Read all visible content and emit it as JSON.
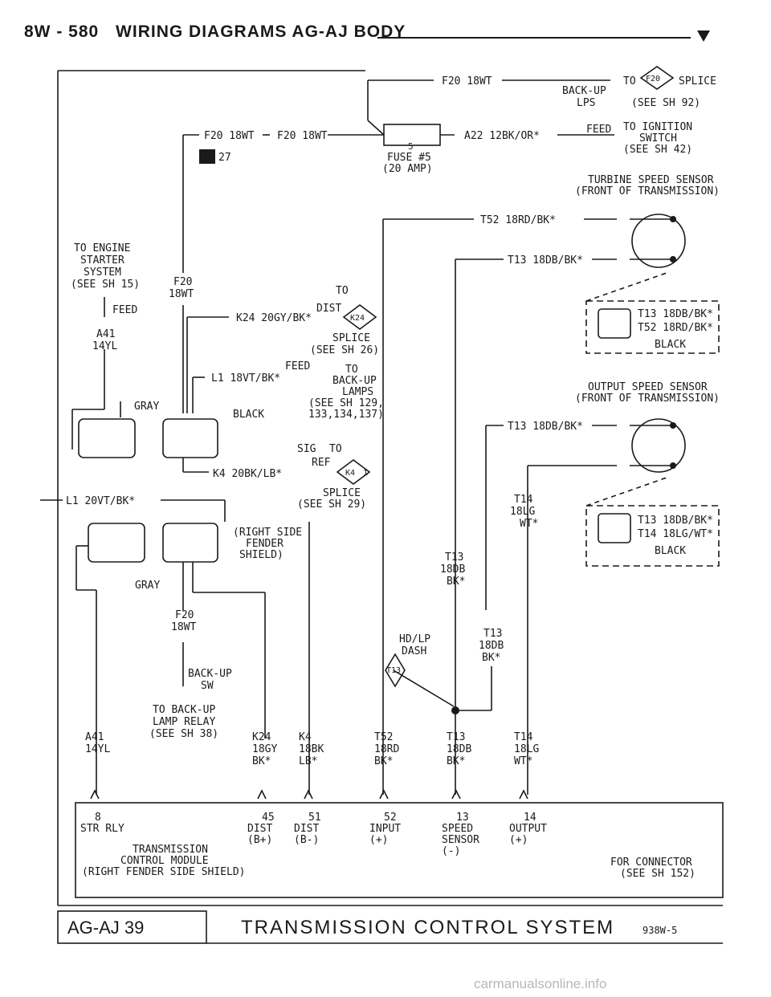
{
  "header": {
    "page": "8W - 580",
    "title": "WIRING DIAGRAMS AG-AJ BODY"
  },
  "footer": {
    "model": "AG-AJ 39",
    "section": "TRANSMISSION CONTROL SYSTEM",
    "code": "938W-5"
  },
  "watermark": "carmanualsonline.info",
  "labels": {
    "f20_top": "F20 18WT",
    "backup_lps": "BACK-UP",
    "lps": "LPS",
    "to_f20_splice": "TO",
    "f20_badge": "F20",
    "splice1": "SPLICE",
    "see_sh92": "(SEE SH 92)",
    "f20_left": "F20 18WT",
    "f20_mid": "F20 18WT",
    "fuse_num": "5",
    "fuse_label": "FUSE #5",
    "fuse_amp": "(20 AMP)",
    "connector_27": "27",
    "a22": "A22 12BK/OR*",
    "feed1": "FEED",
    "to_ign": "TO IGNITION",
    "switch": "SWITCH",
    "see_sh42": "(SEE SH 42)",
    "turbine1": "TURBINE SPEED SENSOR",
    "turbine2": "(FRONT OF TRANSMISSION)",
    "t52_top": "T52 18RD/BK*",
    "t13_top": "T13 18DB/BK*",
    "conn1_a": "T13 18DB/BK*",
    "conn1_b": "T52 18RD/BK*",
    "conn1_c": "BLACK",
    "to_engine1": "TO ENGINE",
    "to_engine2": "STARTER",
    "to_engine3": "SYSTEM",
    "to_engine4": "(SEE SH 15)",
    "feed_left": "FEED",
    "a41_top1": "A41",
    "a41_top2": "14YL",
    "f20_v1": "F20",
    "f20_v2": "18WT",
    "to_k24": "TO",
    "k24_wire": "K24 20GY/BK*",
    "dist": "DIST",
    "k24_badge": "K24",
    "splice2": "SPLICE",
    "see_sh26": "(SEE SH 26)",
    "feed_to": "FEED",
    "to2": "TO",
    "l1_wire": "L1 18VT/BK*",
    "backup_lamps1": "BACK-UP",
    "backup_lamps2": "LAMPS",
    "see_sh129": "(SEE SH 129,",
    "sh_list": "133,134,137)",
    "gray1": "GRAY",
    "black1": "BLACK",
    "output1": "OUTPUT SPEED SENSOR",
    "output2": "(FRONT OF TRANSMISSION)",
    "t13_out": "T13 18DB/BK*",
    "sig": "SIG",
    "to3": "TO",
    "ref": "REF",
    "k4_wire": "K4 20BK/LB*",
    "k4_badge": "K4",
    "k4_sub": "1",
    "splice3": "SPLICE",
    "see_sh29": "(SEE SH 29)",
    "l1_20": "L1 20VT/BK*",
    "t14_1": "T14",
    "t14_2": "18LG",
    "t14_3": "WT*",
    "conn2_a": "T13 18DB/BK*",
    "conn2_b": "T14 18LG/WT*",
    "conn2_c": "BLACK",
    "rsfs1": "(RIGHT SIDE",
    "rsfs2": "FENDER",
    "rsfs3": "SHIELD)",
    "t13_mid1": "T13",
    "t13_mid2": "18DB",
    "t13_mid3": "BK*",
    "gray2": "GRAY",
    "f20_low1": "F20",
    "f20_low2": "18WT",
    "hdlp1": "HD/LP",
    "hdlp2": "DASH",
    "t13_r1": "T13",
    "t13_r2": "18DB",
    "t13_r3": "BK*",
    "t13_badge": "T13",
    "backup_sw1": "BACK-UP",
    "backup_sw2": "SW",
    "to_bu1": "TO BACK-UP",
    "to_bu2": "LAMP RELAY",
    "to_bu3": "(SEE SH 38)"
  },
  "bottom_wires": [
    {
      "l1": "A41",
      "l2": "14YL",
      "l3": ""
    },
    {
      "l1": "K24",
      "l2": "18GY",
      "l3": "BK*"
    },
    {
      "l1": "K4",
      "l2": "18BK",
      "l3": "LB*"
    },
    {
      "l1": "T52",
      "l2": "18RD",
      "l3": "BK*"
    },
    {
      "l1": "T13",
      "l2": "18DB",
      "l3": "BK*"
    },
    {
      "l1": "T14",
      "l2": "18LG",
      "l3": "WT*"
    }
  ],
  "tcm_pins": [
    {
      "pin": "8",
      "l1": "STR RLY",
      "l2": ""
    },
    {
      "pin": "45",
      "l1": "DIST",
      "l2": "(B+)"
    },
    {
      "pin": "51",
      "l1": "DIST",
      "l2": "(B-)"
    },
    {
      "pin": "52",
      "l1": "INPUT",
      "l2": "(+)"
    },
    {
      "pin": "13",
      "l1": "SPEED",
      "l2": "SENSOR",
      "l3": "(-)"
    },
    {
      "pin": "14",
      "l1": "OUTPUT",
      "l2": "(+)"
    }
  ],
  "tcm": {
    "l1": "TRANSMISSION",
    "l2": "CONTROL MODULE",
    "l3": "(RIGHT FENDER SIDE SHIELD)",
    "conn1": "FOR CONNECTOR",
    "conn2": "(SEE SH 152)"
  }
}
